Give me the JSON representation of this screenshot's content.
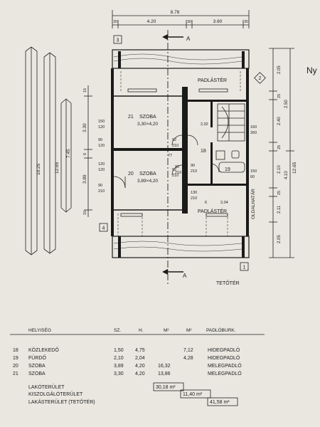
{
  "plan": {
    "north_label": "Ny",
    "section_label_top": "A",
    "section_label_bottom": "A",
    "floor_label": "TETŐTÉR",
    "attic_top": "PADLÁSTÉR",
    "attic_bottom": "PADLÁSTÉR",
    "side_label": "OLDALHATÁR",
    "axis_marks": [
      "1",
      "2",
      "3",
      "4"
    ],
    "top_dims": {
      "total": "8.78",
      "left": "4.20",
      "right": "3.60",
      "end_left": "30",
      "end_right": "30",
      "mid": "30"
    },
    "left_dims": {
      "total": "10.25",
      "inner": "12.65",
      "mid": "7.45",
      "a": "3.30",
      "b": "3.89",
      "c": "15",
      "d": "6",
      "e": "15"
    },
    "right_dims": [
      "2.05",
      "25",
      "2.40",
      "25",
      "2.10",
      "4.10",
      "25",
      "2.11",
      "2.05",
      "12.65",
      "2.50"
    ],
    "rooms": [
      {
        "number": "21",
        "name": "SZOBA",
        "size": "3,30×4,20"
      },
      {
        "number": "20",
        "name": "SZOBA",
        "size": "3,89×4,20"
      },
      {
        "number": "18",
        "name": "",
        "size": ""
      },
      {
        "number": "19",
        "name": "",
        "size": ""
      }
    ],
    "openings": [
      "150",
      "120",
      "90",
      "120",
      "120",
      "120",
      "90",
      "210",
      "92",
      "210",
      "92",
      "210",
      "90",
      "210",
      "160",
      "260",
      "150",
      "60",
      "130",
      "210",
      "90",
      "210"
    ],
    "small_dims": [
      "2,92",
      "6",
      "2,04",
      "77"
    ]
  },
  "table": {
    "headers": [
      "HELYISÉG",
      "SZ.",
      "H.",
      "M²",
      "M²",
      "PADLÓBURK."
    ],
    "rows": [
      {
        "num": "18",
        "name": "KÖZLEKEDŐ",
        "sz": "1,50",
        "h": "4,75",
        "m2a": "",
        "m2b": "7,12",
        "floor": "HIDEGPADLÓ"
      },
      {
        "num": "19",
        "name": "FÜRDŐ",
        "sz": "2,10",
        "h": "2,04",
        "m2a": "",
        "m2b": "4,28",
        "floor": "HIDEGPADLÓ"
      },
      {
        "num": "20",
        "name": "SZOBA",
        "sz": "3,89",
        "h": "4,20",
        "m2a": "16,32",
        "m2b": "",
        "floor": "MELEGPADLÓ"
      },
      {
        "num": "21",
        "name": "SZOBA",
        "sz": "3,30",
        "h": "4,20",
        "m2a": "13,86",
        "m2b": "",
        "floor": "MELEGPADLÓ"
      }
    ],
    "totals": [
      {
        "label": "LAKÓTERÜLET",
        "value": "30,18 m²"
      },
      {
        "label": "KISZOLGÁLÓTERÜLET",
        "value": "11,40 m²"
      },
      {
        "label": "LAKÁSTERÜLET (TETŐTÉR)",
        "value": "41,58 m²"
      }
    ]
  }
}
